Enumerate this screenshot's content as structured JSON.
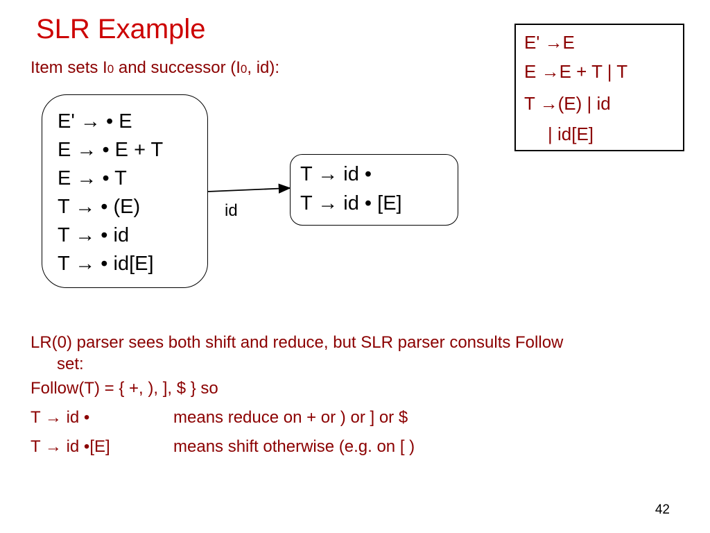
{
  "slide": {
    "title": "SLR Example",
    "subtitle_parts": [
      "Item sets I",
      "0",
      " and successor (I",
      "0",
      ", id):"
    ],
    "page_number": "42"
  },
  "grammar": [
    "E' →E",
    "E →E + T | T",
    "T →(E) | id",
    "| id[E]"
  ],
  "state_i0": {
    "items": [
      "E' → • E",
      "E → • E + T",
      "E → • T",
      "T → • (E)",
      "T → • id",
      "T → • id[E]"
    ]
  },
  "transition": {
    "label": "id"
  },
  "state_successor": {
    "items": [
      "T → id •",
      "T → id • [E]"
    ]
  },
  "explanation": {
    "line1": "LR(0) parser sees both shift and reduce, but SLR parser consults Follow",
    "line1_cont": "set:",
    "follow": "Follow(T) = {  +,  ),  ],  $  }  so",
    "rule1_item": "T → id •",
    "rule1_meaning": "means reduce on + or ) or ] or $",
    "rule2_item": "T → id •[E]",
    "rule2_meaning": "means shift otherwise (e.g. on [ )"
  }
}
